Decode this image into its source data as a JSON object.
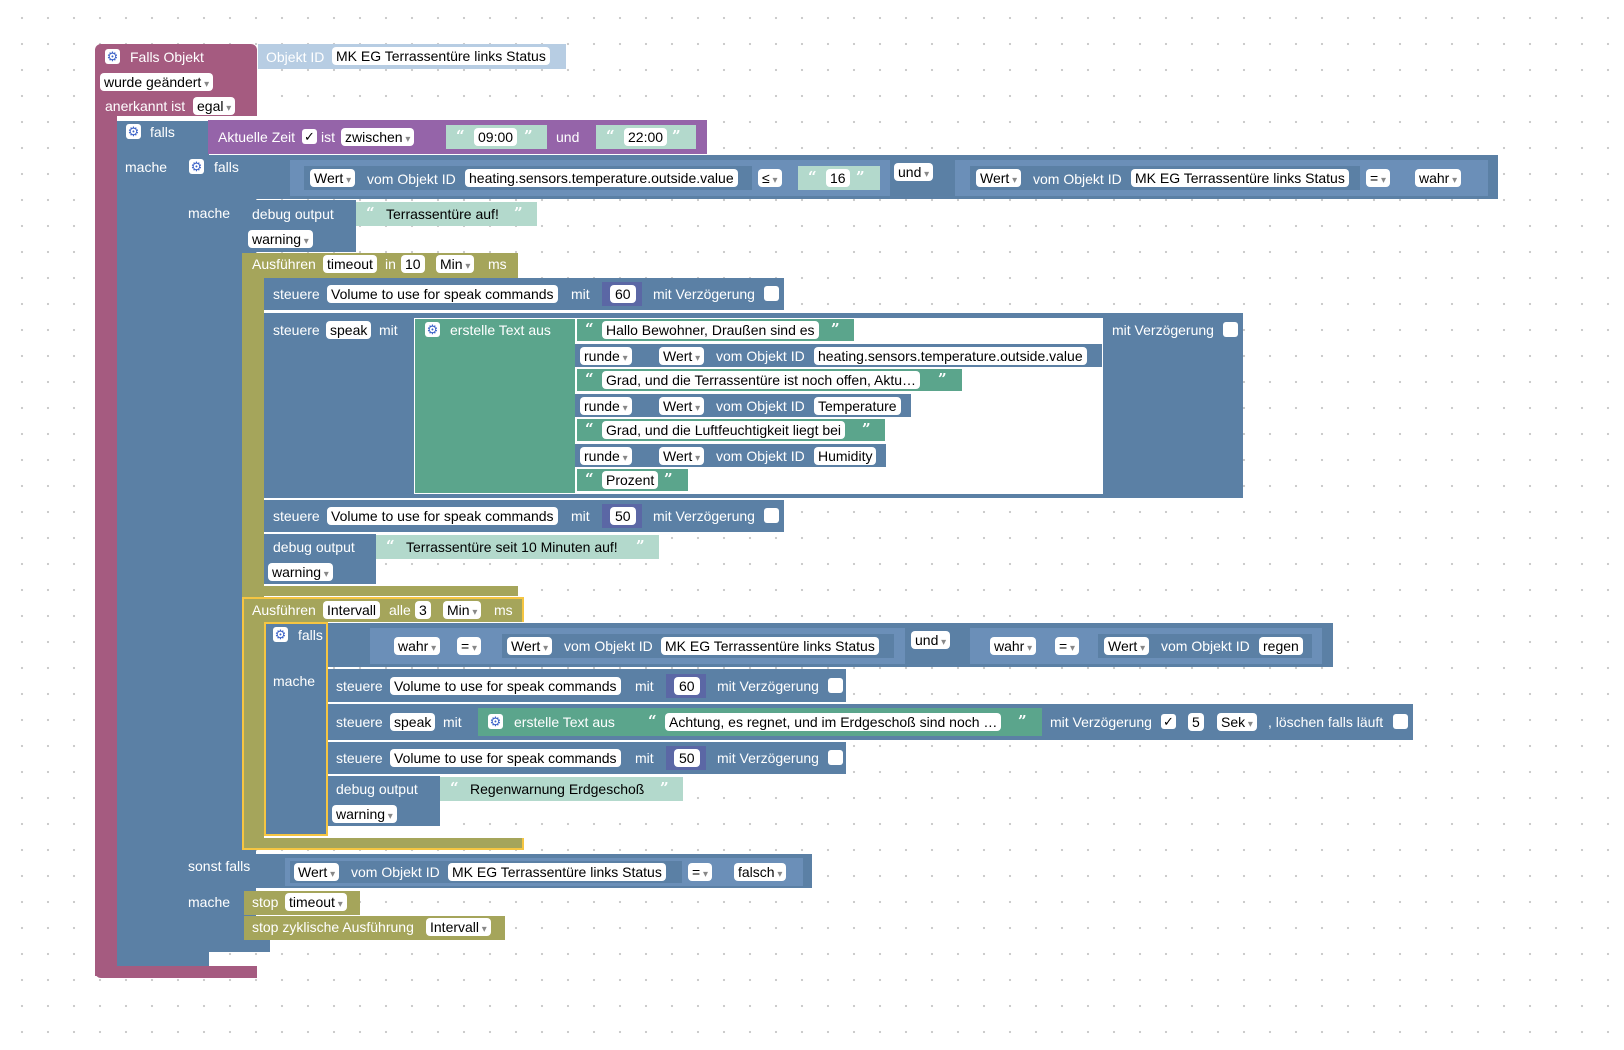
{
  "trigger": {
    "title": "Falls Objekt",
    "object_id_label": "Objekt ID",
    "object": "MK EG Terrassentüre links Status",
    "changed": "wurde geändert",
    "ack_label": "anerkannt ist",
    "ack_value": "egal"
  },
  "labels": {
    "falls": "falls",
    "mache": "mache",
    "und": "und",
    "sonst_falls": "sonst falls",
    "wert": "Wert",
    "vom_objekt_id": "vom Objekt ID",
    "steuere": "steuere",
    "mit": "mit",
    "mit_verzoegerung": "mit Verzögerung",
    "debug_output": "debug output",
    "warning": "warning",
    "erstelle_text_aus": "erstelle Text aus",
    "runde": "runde",
    "ist": "ist",
    "in": "in",
    "alle": "alle",
    "ms": "ms",
    "ausfuehren": "Ausführen",
    "loeschen": ", löschen falls läuft",
    "stop": "stop",
    "stop_cyclic": "stop zyklische Ausführung"
  },
  "time_cond": {
    "label": "Aktuelle Zeit",
    "op": "zwischen",
    "from": "09:00",
    "und": "und",
    "to": "22:00"
  },
  "cond1": {
    "obj_a": "heating.sensors.temperature.outside.value",
    "op_a": "≤",
    "val_a": "16",
    "obj_b": "MK EG Terrassentüre links Status",
    "op_b": "=",
    "val_b": "wahr"
  },
  "debug1": "Terrassentüre auf!",
  "timeout": {
    "name": "timeout",
    "value": "10",
    "unit": "Min"
  },
  "volume_obj": "Volume to use for speak commands",
  "vol_high": "60",
  "vol_low": "50",
  "speak": "speak",
  "texts": {
    "t1": "Hallo Bewohner, Draußen sind es",
    "obj1": "heating.sensors.temperature.outside.value",
    "t2": "Grad, und die Terrassentüre ist noch offen, Aktu…",
    "obj2": "Temperature",
    "t3": "Grad, und die Luftfeuchtigkeit liegt bei",
    "obj3": "Humidity",
    "t4": "Prozent"
  },
  "debug2": "Terrassentüre seit 10 Minuten auf!",
  "interval": {
    "name": "Intervall",
    "value": "3",
    "unit": "Min"
  },
  "cond2": {
    "a": "wahr",
    "op_a": "=",
    "obj_a": "MK EG Terrassentüre links Status",
    "b": "wahr",
    "op_b": "=",
    "obj_b": "regen"
  },
  "rain_text": "Achtung, es regnet, und im Erdgeschoß sind noch …",
  "rain_delay": "5",
  "rain_unit": "Sek",
  "debug3": "Regenwarnung Erdgeschoß",
  "elseif": {
    "obj": "MK EG Terrassentüre links Status",
    "op": "=",
    "val": "falsch"
  },
  "stop_timeout": "timeout",
  "stop_interval": "Intervall",
  "checkmark": "✓",
  "open_quote": "“",
  "close_quote": "”"
}
